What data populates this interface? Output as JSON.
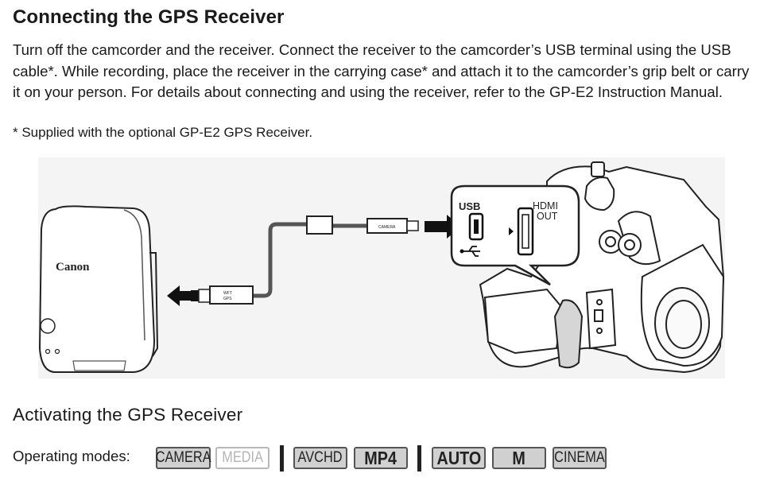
{
  "heading": "Connecting the GPS Receiver",
  "paragraph": "Turn off the camcorder and the receiver. Connect the receiver to the camcorder’s USB terminal using the USB cable*. While recording, place the receiver in the carrying case* and attach it to the camcorder’s grip belt or carry it on your person. For details about connecting and using the receiver, refer to the GP-E2 Instruction Manual.",
  "footnote": "*  Supplied with the optional GP-E2 GPS Receiver.",
  "illustration": {
    "receiver_brand": "Canon",
    "plug_receiver_label_1": "WFT",
    "plug_receiver_label_2": "GPS",
    "plug_camera_label": "CAMERA",
    "usb_label": "USB",
    "hdmi_label_1": "HDMI",
    "hdmi_label_2": "OUT"
  },
  "section_heading": "Activating the GPS Receiver",
  "operating_modes_label": "Operating modes:",
  "modes": [
    {
      "label": "CAMERA",
      "active": true
    },
    {
      "label": "MEDIA",
      "active": false
    },
    {
      "label": "AVCHD",
      "active": true
    },
    {
      "label": "MP4",
      "active": true
    },
    {
      "label": "AUTO",
      "active": true
    },
    {
      "label": "M",
      "active": true
    },
    {
      "label": "CINEMA",
      "active": true
    }
  ]
}
